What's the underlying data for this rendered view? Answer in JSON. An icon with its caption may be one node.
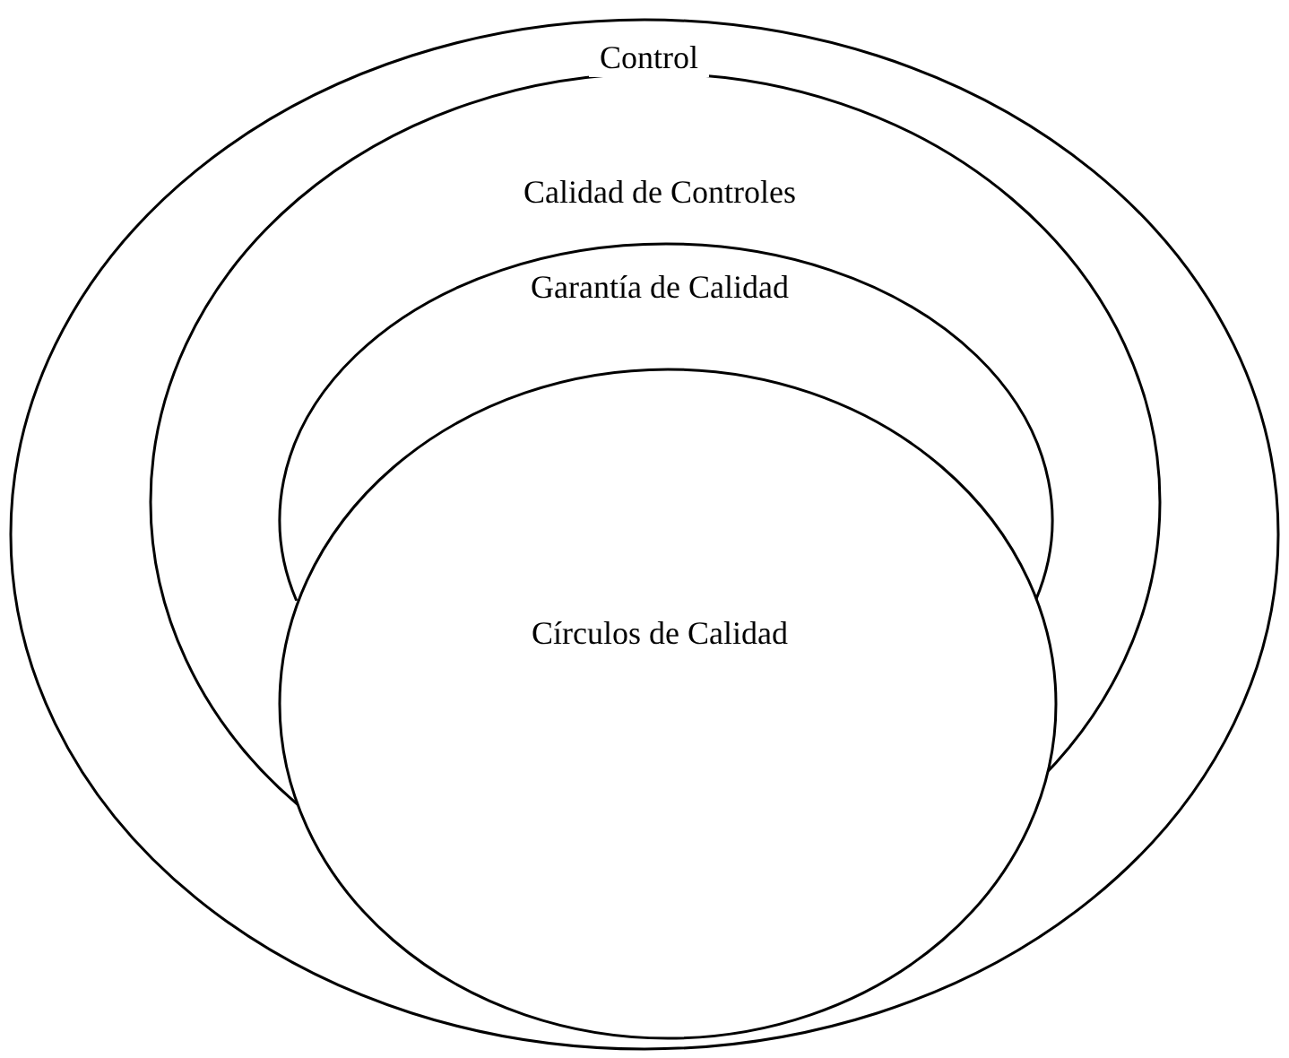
{
  "diagram": {
    "nodes": [
      {
        "text": [
          "Control"
        ]
      },
      {
        "text": [
          "Calidad de Controles"
        ],
        "in": 0
      },
      {
        "text": [
          "Garantía de Calidad"
        ],
        "in": 1
      },
      {
        "text": [
          "Círculos de Calidad"
        ],
        "in": 0
      }
    ]
  }
}
